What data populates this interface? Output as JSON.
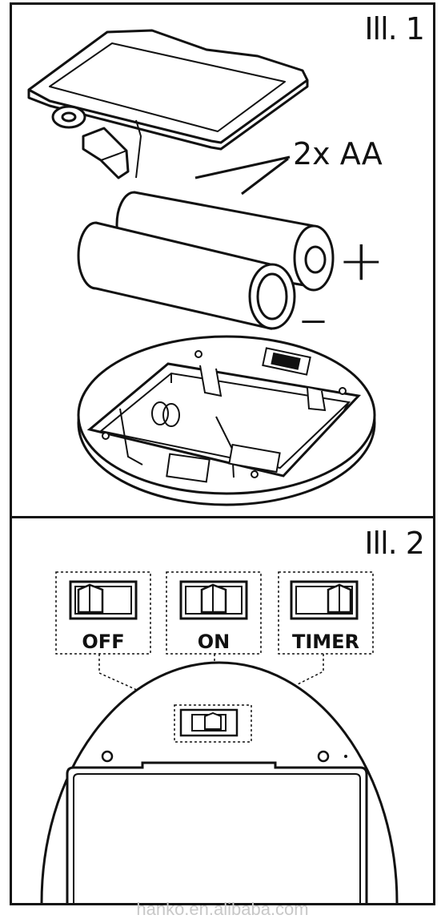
{
  "illustration_1": {
    "label": "Ill. 1",
    "battery_text": "2x AA",
    "plus": "+",
    "minus": "–"
  },
  "illustration_2": {
    "label": "Ill. 2",
    "switch_positions": [
      "OFF",
      "ON",
      "TIMER"
    ]
  },
  "watermark": "hanko.en.alibaba.com"
}
